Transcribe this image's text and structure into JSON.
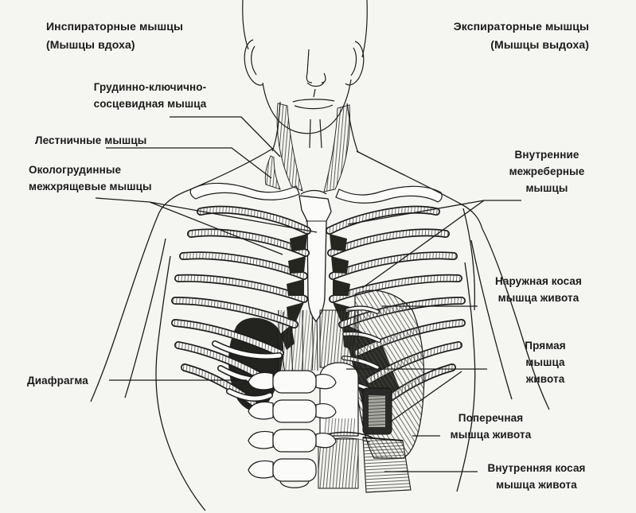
{
  "colors": {
    "paper": "#f5f5f2",
    "ink": "#1c1c1c",
    "dark_shading": "#26261f"
  },
  "titles": {
    "inspiratory": "Инспираторные мышцы\n(Мышцы вдоха)",
    "expiratory": "Экспираторные мышцы\n(Мышцы выдоха)"
  },
  "labels": {
    "sternocleidomastoid": "Грудинно-ключично-\nсосцевидная мышца",
    "scalenes": "Лестничные мышцы",
    "parasternal_intercartilaginous": "Окологрудинные\nмежхрящевые мышцы",
    "diaphragm": "Диафрагма",
    "internal_intercostals": "Внутренние\nмежреберные\nмышцы",
    "external_oblique": "Наружная косая\nмышца живота",
    "rectus_abdominis": "Прямая\nмышца\nживота",
    "transverse_abdominis": "Поперечная\nмышца живота",
    "internal_oblique": "Внутренняя косая\nмышца живота"
  }
}
